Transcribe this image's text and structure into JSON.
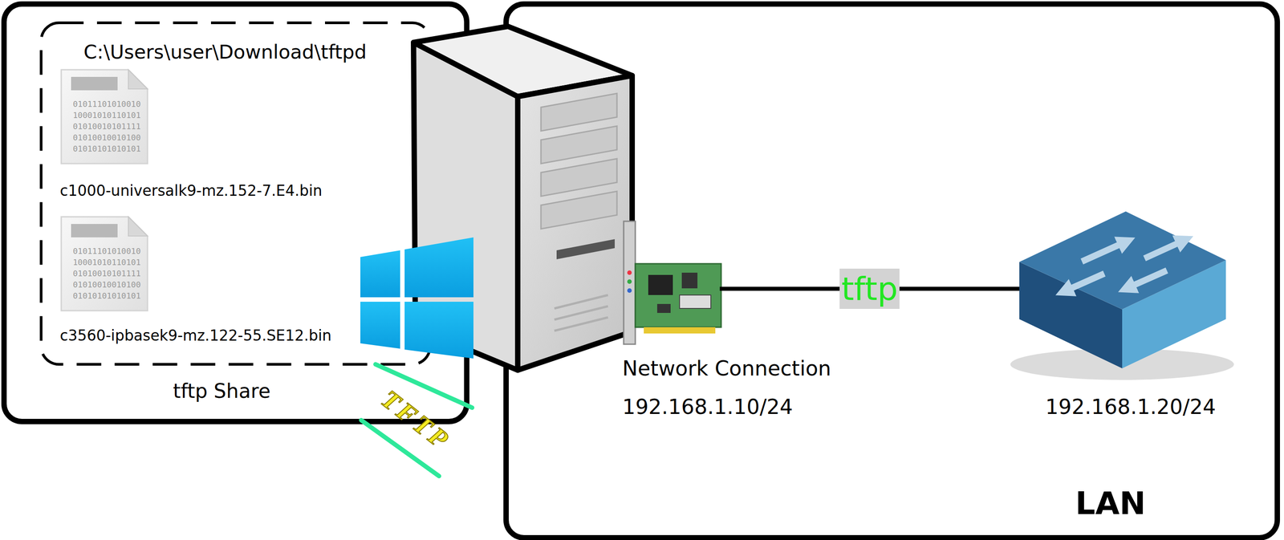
{
  "diagram": {
    "nodes": [
      {
        "text": [
          "C:\\Users\\user\\Download\\tftpd",
          "tftp Share"
        ]
      },
      {
        "text": [
          "c1000-universalk9-mz.152-7.E4.bin"
        ],
        "in": 0
      },
      {
        "text": [
          "c3560-ipbasek9-mz.122-55.SE12.bin"
        ],
        "in": 0
      },
      {
        "text": [
          "LAN"
        ]
      },
      {
        "text": [
          "Network Connection",
          "192.168.1.10/24"
        ],
        "in": 3
      },
      {
        "text": [
          "192.168.1.20/24"
        ],
        "in": 3
      }
    ],
    "edges": [
      {
        "from": 4,
        "to": 5,
        "label": "tftp",
        "arrow": "none"
      }
    ],
    "labels": [
      "01011101010010",
      "10001010110101",
      "01010010101111",
      "01010010010100",
      "01010101010101",
      "01011101010010",
      "10001010110101",
      "01010010101111",
      "01010010010100",
      "01010101010101",
      "TFTP"
    ]
  }
}
